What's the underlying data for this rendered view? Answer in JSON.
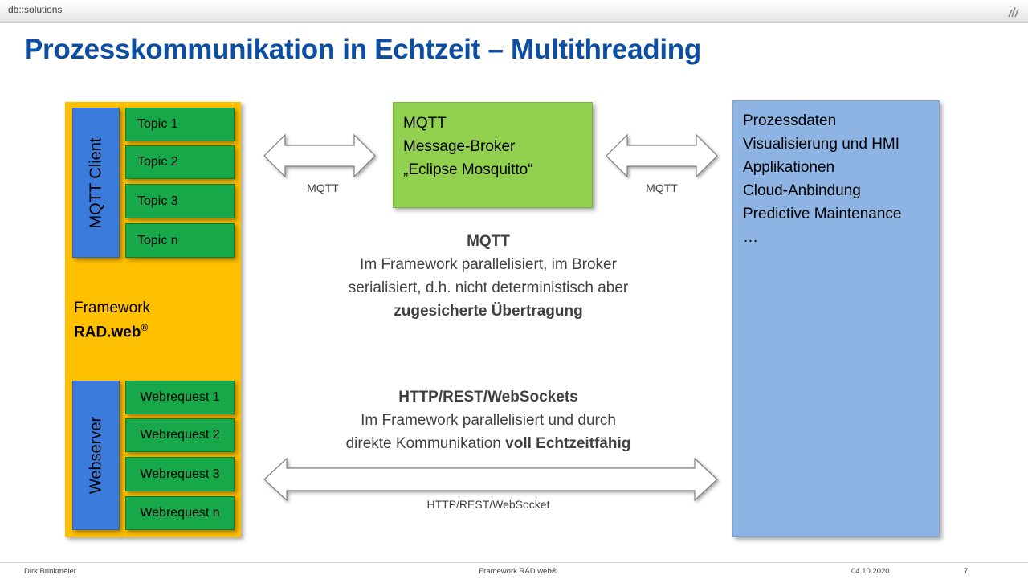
{
  "header": {
    "brand": "db::solutions",
    "logo_icon": "bars-logo-icon"
  },
  "slide": {
    "title": "Prozesskommunikation in Echtzeit – Multithreading"
  },
  "framework": {
    "mqtt_client_label": "MQTT Client",
    "topics": [
      "Topic 1",
      "Topic 2",
      "Topic 3",
      "Topic n"
    ],
    "label_line1": "Framework",
    "label_line2": "RAD.web",
    "label_mark": "®",
    "webserver_label": "Webserver",
    "webrequests": [
      "Webrequest 1",
      "Webrequest 2",
      "Webrequest 3",
      "Webrequest n"
    ]
  },
  "broker": {
    "lines": [
      "MQTT",
      "Message-Broker",
      "„Eclipse Mosquitto“"
    ]
  },
  "arrows": {
    "left_caption": "MQTT",
    "right_caption": "MQTT",
    "bottom_caption": "HTTP/REST/WebSocket"
  },
  "targets": {
    "items": [
      "Prozessdaten",
      "Visualisierung und HMI",
      "Applikationen",
      "Cloud-Anbindung",
      "Predictive Maintenance",
      "…"
    ]
  },
  "mqtt_desc": {
    "heading": "MQTT",
    "line1": "Im Framework parallelisiert, im Broker",
    "line2": "serialisiert, d.h. nicht deterministisch aber",
    "line3_bold": "zugesicherte Übertragung"
  },
  "http_desc": {
    "heading": "HTTP/REST/WebSockets",
    "line1": "Im Framework parallelisiert und durch",
    "line2_plain": "direkte Kommunikation ",
    "line2_bold": "voll Echtzeitfähig"
  },
  "footer": {
    "author": "Dirk Brinkmeier",
    "center": "Framework RAD.web®",
    "date": "04.10.2020",
    "page": "7"
  },
  "colors": {
    "title": "#0b4ea2",
    "framework": "#ffc000",
    "blue_bar": "#3a7bdc",
    "topic": "#17a84a",
    "broker": "#92d050",
    "panel": "#8eb4e3"
  }
}
